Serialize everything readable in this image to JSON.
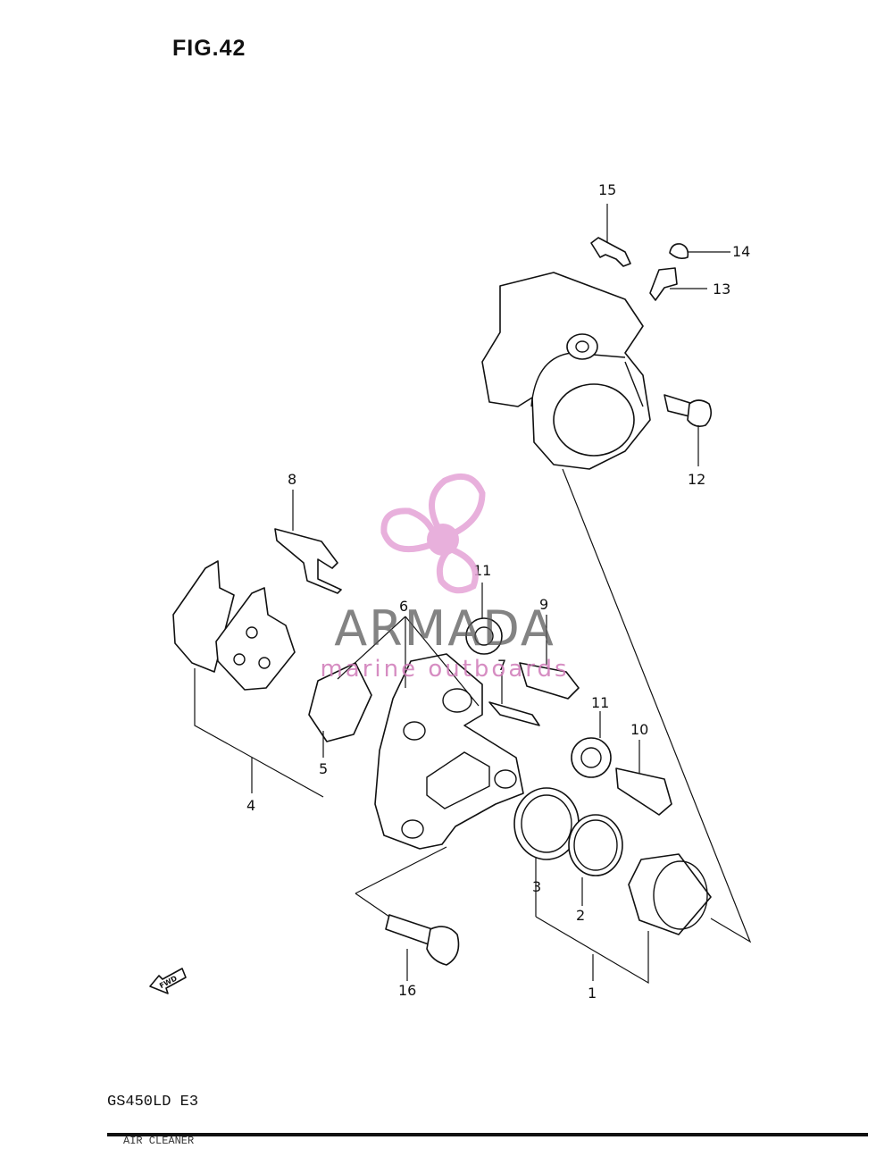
{
  "figure": {
    "title": "FIG.42",
    "model_code": "GS450LD E3",
    "footer_fragment": "AIR CLEANER"
  },
  "callouts": [
    "1",
    "2",
    "3",
    "4",
    "5",
    "6",
    "7",
    "8",
    "9",
    "10",
    "11",
    "11",
    "12",
    "13",
    "14",
    "15",
    "16"
  ],
  "fwd_label": "FWD",
  "watermark": {
    "brand": "ARMADA",
    "tagline": "marine outboards",
    "icon": "propeller-logo-icon",
    "color_brand": "#5a5a5a",
    "color_accent": "#e5a3d6"
  },
  "colors": {
    "line": "#111111",
    "background": "#ffffff"
  }
}
